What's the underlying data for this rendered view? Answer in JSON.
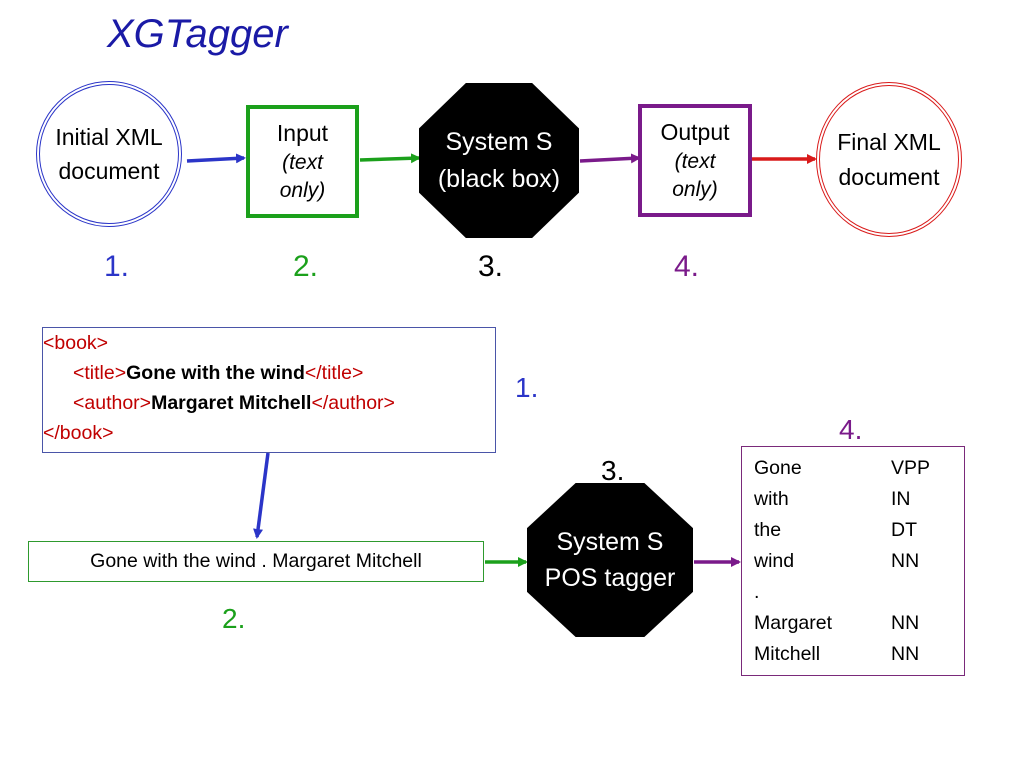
{
  "title": "XGTagger",
  "colors": {
    "blue": "#2b35c8",
    "green": "#1ba01b",
    "purple": "#7a1a8a",
    "red": "#d91a1a",
    "black": "#000000"
  },
  "top_flow": {
    "initial": {
      "line1": "Initial XML",
      "line2": "document"
    },
    "input": {
      "label": "Input",
      "note1": "(text",
      "note2": "only)"
    },
    "system": {
      "line1": "System S",
      "line2": "(black box)"
    },
    "output": {
      "label": "Output",
      "note1": "(text",
      "note2": "only)"
    },
    "final": {
      "line1": "Final XML",
      "line2": "document"
    },
    "numbers": [
      "1.",
      "2.",
      "3.",
      "4."
    ]
  },
  "example": {
    "xml": {
      "book_open": "<book>",
      "title_open": "<title>",
      "title_value": "Gone with the wind",
      "title_close": "</title>",
      "author_open": "<author>",
      "author_value": "Margaret Mitchell",
      "author_close": "</author>",
      "book_close": "</book>"
    },
    "label_1": "1.",
    "text": "Gone with the wind . Margaret Mitchell",
    "label_2": "2.",
    "label_3": "3.",
    "system": {
      "line1": "System S",
      "line2": "POS tagger"
    },
    "label_4": "4.",
    "tags": [
      {
        "word": "Gone",
        "tag": "VPP"
      },
      {
        "word": "with",
        "tag": "IN"
      },
      {
        "word": "the",
        "tag": "DT"
      },
      {
        "word": "wind",
        "tag": "NN"
      },
      {
        "word": ".",
        "tag": ""
      },
      {
        "word": "Margaret",
        "tag": "NN"
      },
      {
        "word": "Mitchell",
        "tag": "NN"
      }
    ]
  }
}
